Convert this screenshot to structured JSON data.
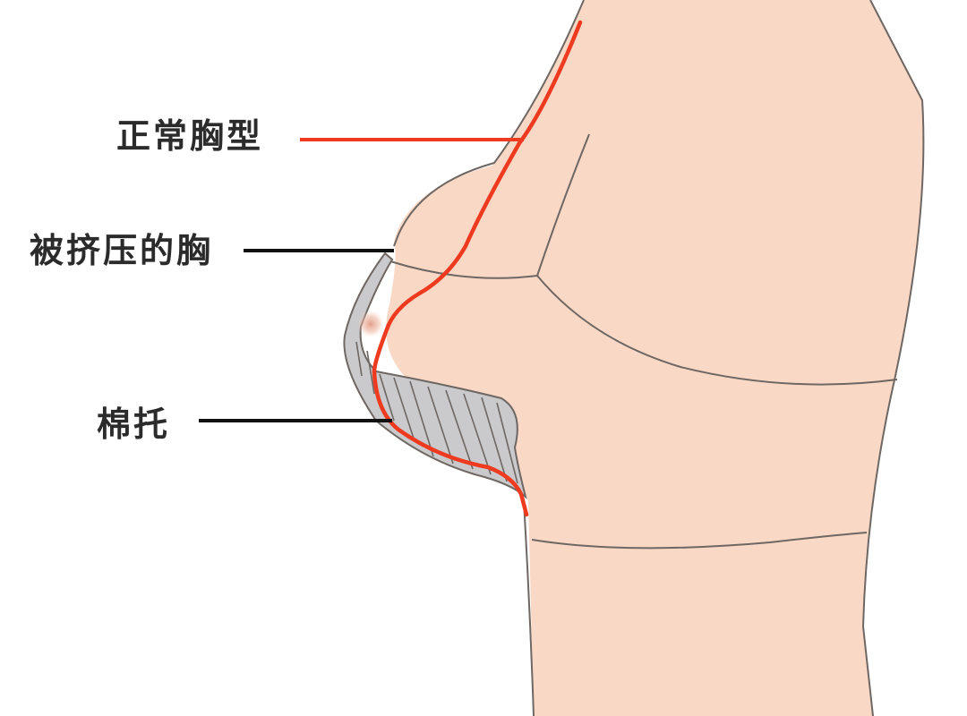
{
  "labels": {
    "normal_shape": "正常胸型",
    "squeezed_breast": "被挤压的胸",
    "cup_pad": "棉托"
  },
  "colors": {
    "skin": "#f9d8c6",
    "outline": "#6e6763",
    "pad": "#cacacc",
    "normal_shape_line": "#ee3a1f",
    "leader_line": "#111111",
    "label_text": "#2b2b2b"
  }
}
